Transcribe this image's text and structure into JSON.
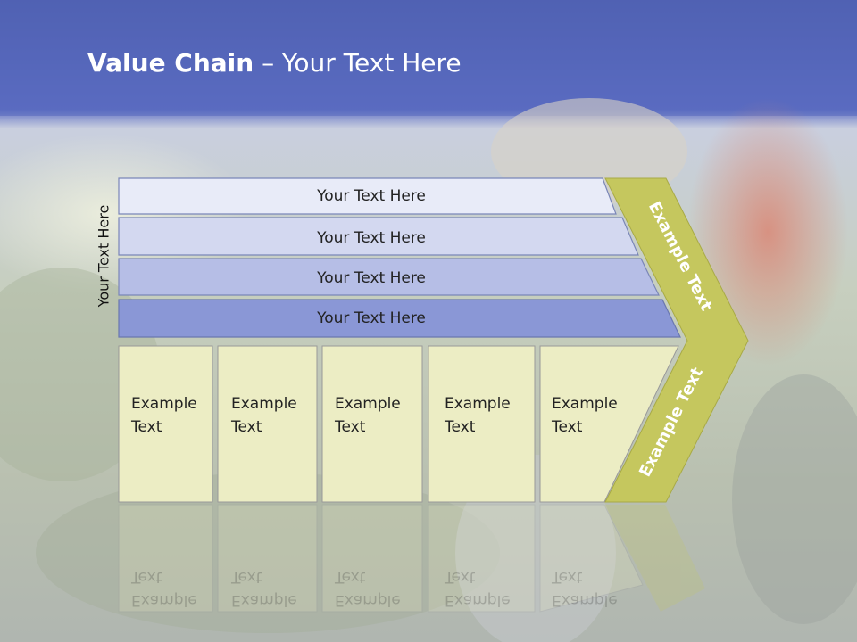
{
  "title": {
    "bold": "Value Chain",
    "rest": " – Your Text Here"
  },
  "side_label": "Your Text Here",
  "bars": [
    "Your Text Here",
    "Your Text Here",
    "Your Text Here",
    "Your Text Here"
  ],
  "boxes": [
    {
      "line1": "Example",
      "line2": "Text"
    },
    {
      "line1": "Example",
      "line2": "Text"
    },
    {
      "line1": "Example",
      "line2": "Text"
    },
    {
      "line1": "Example",
      "line2": "Text"
    },
    {
      "line1": "Example",
      "line2": "Text"
    }
  ],
  "arrow": {
    "upper": "Example Text",
    "lower": "Example Text"
  },
  "colors": {
    "header": "#5566bb",
    "bar1": "#e8ebf8",
    "bar2": "#d3d8f0",
    "bar3": "#b6bee6",
    "bar4": "#8a97d6",
    "box": "#ecedc4",
    "arrow": "#c5c75e"
  }
}
